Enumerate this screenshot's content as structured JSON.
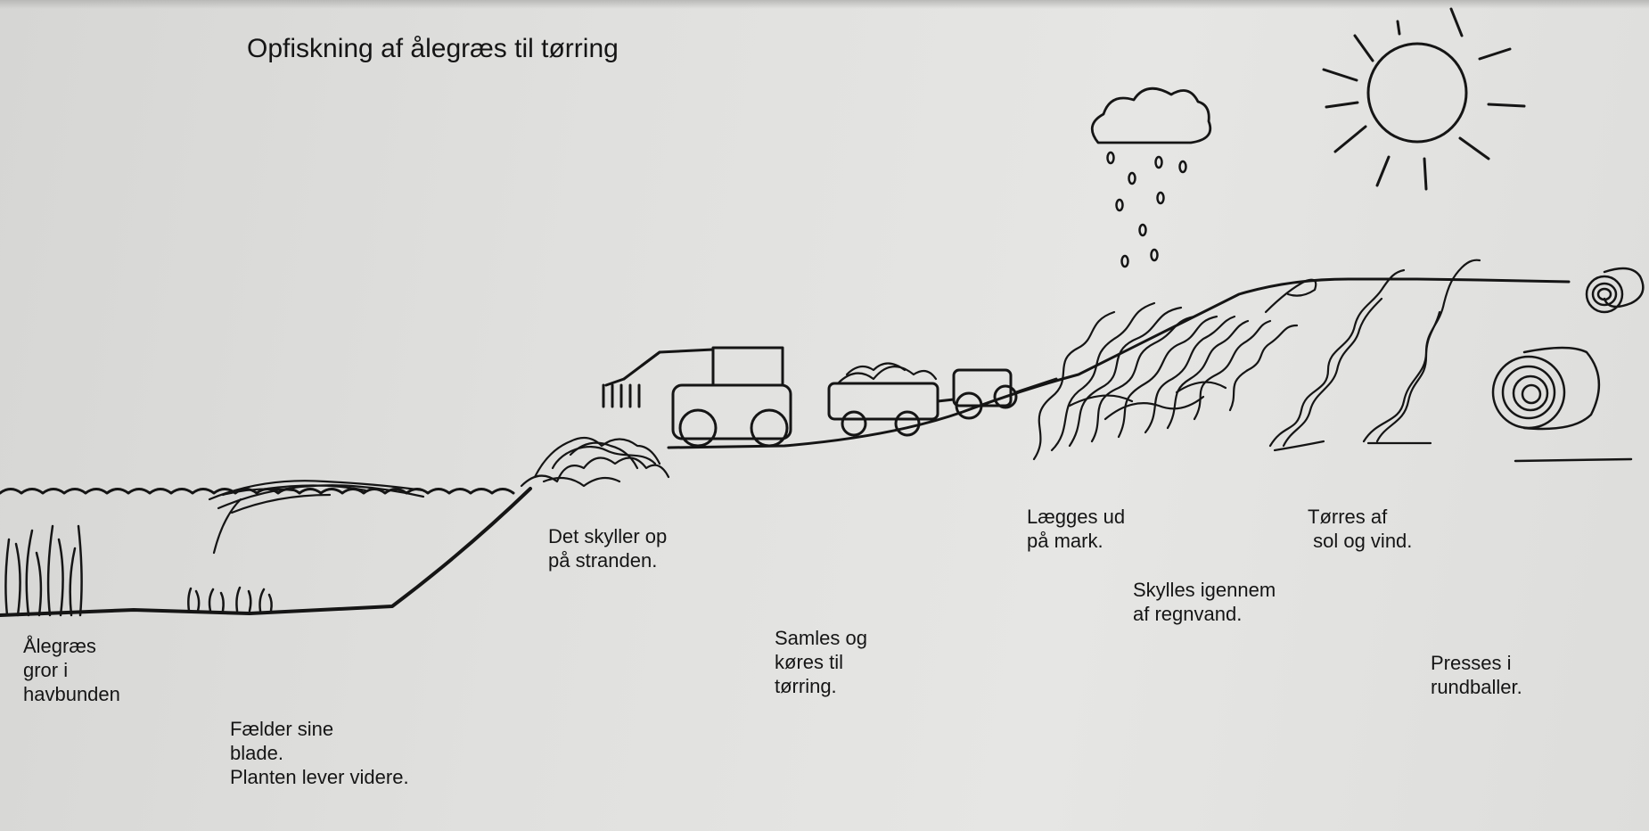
{
  "title": "Opfiskning af ålegræs til tørring",
  "steps": [
    {
      "id": "grow",
      "text": "Ålegræs\ngror i\nhavbunden"
    },
    {
      "id": "shed",
      "text": "Fælder sine\nblade.\nPlanten lever videre."
    },
    {
      "id": "wash-up",
      "text": "Det skyller op\npå stranden."
    },
    {
      "id": "collect",
      "text": "Samles og\nkøres til\ntørring."
    },
    {
      "id": "lay-out",
      "text": "Lægges ud\npå mark."
    },
    {
      "id": "rinse",
      "text": "Skylles igennem\naf regnvand."
    },
    {
      "id": "dry",
      "text": "Tørres af\n sol og vind."
    },
    {
      "id": "press",
      "text": "Presses i\nrundballer."
    }
  ],
  "colors": {
    "ink": "#151515",
    "paper": "#e2e2e0"
  }
}
